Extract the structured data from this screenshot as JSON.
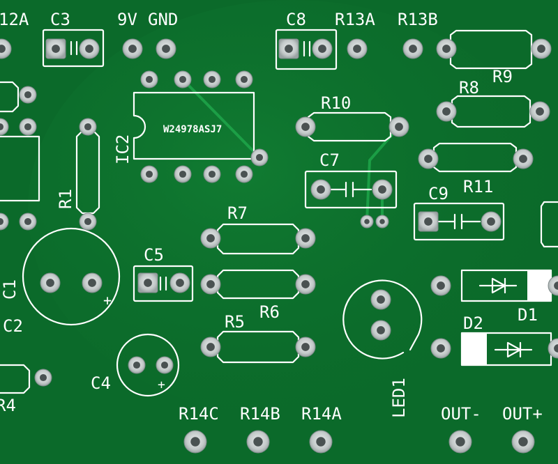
{
  "board": {
    "substrate_color": "#0b6a2a",
    "silk_color": "#ffffff",
    "pad_color": "#c9cfcf",
    "trace_color": "#1fa64a"
  },
  "labels": {
    "r12a": "12A",
    "c3": "C3",
    "nine_v": "9V",
    "gnd": "GND",
    "c8": "C8",
    "r13a": "R13A",
    "r13b": "R13B",
    "r9": "R9",
    "r8": "R8",
    "r10": "R10",
    "ic2": "IC2",
    "ic_marking": "W24978ASJ7",
    "c7": "C7",
    "r11": "R11",
    "c9": "C9",
    "r1": "R1",
    "r7": "R7",
    "c1": "C1",
    "c5": "C5",
    "r6": "R6",
    "c2": "C2",
    "r5": "R5",
    "d1": "D1",
    "d2": "D2",
    "c4": "C4",
    "r4": "R4",
    "led1": "LED1",
    "r14c": "R14C",
    "r14b": "R14B",
    "r14a": "R14A",
    "out_minus": "OUT-",
    "out_plus": "OUT+",
    "plus_c1": "+",
    "plus_c4": "+"
  }
}
